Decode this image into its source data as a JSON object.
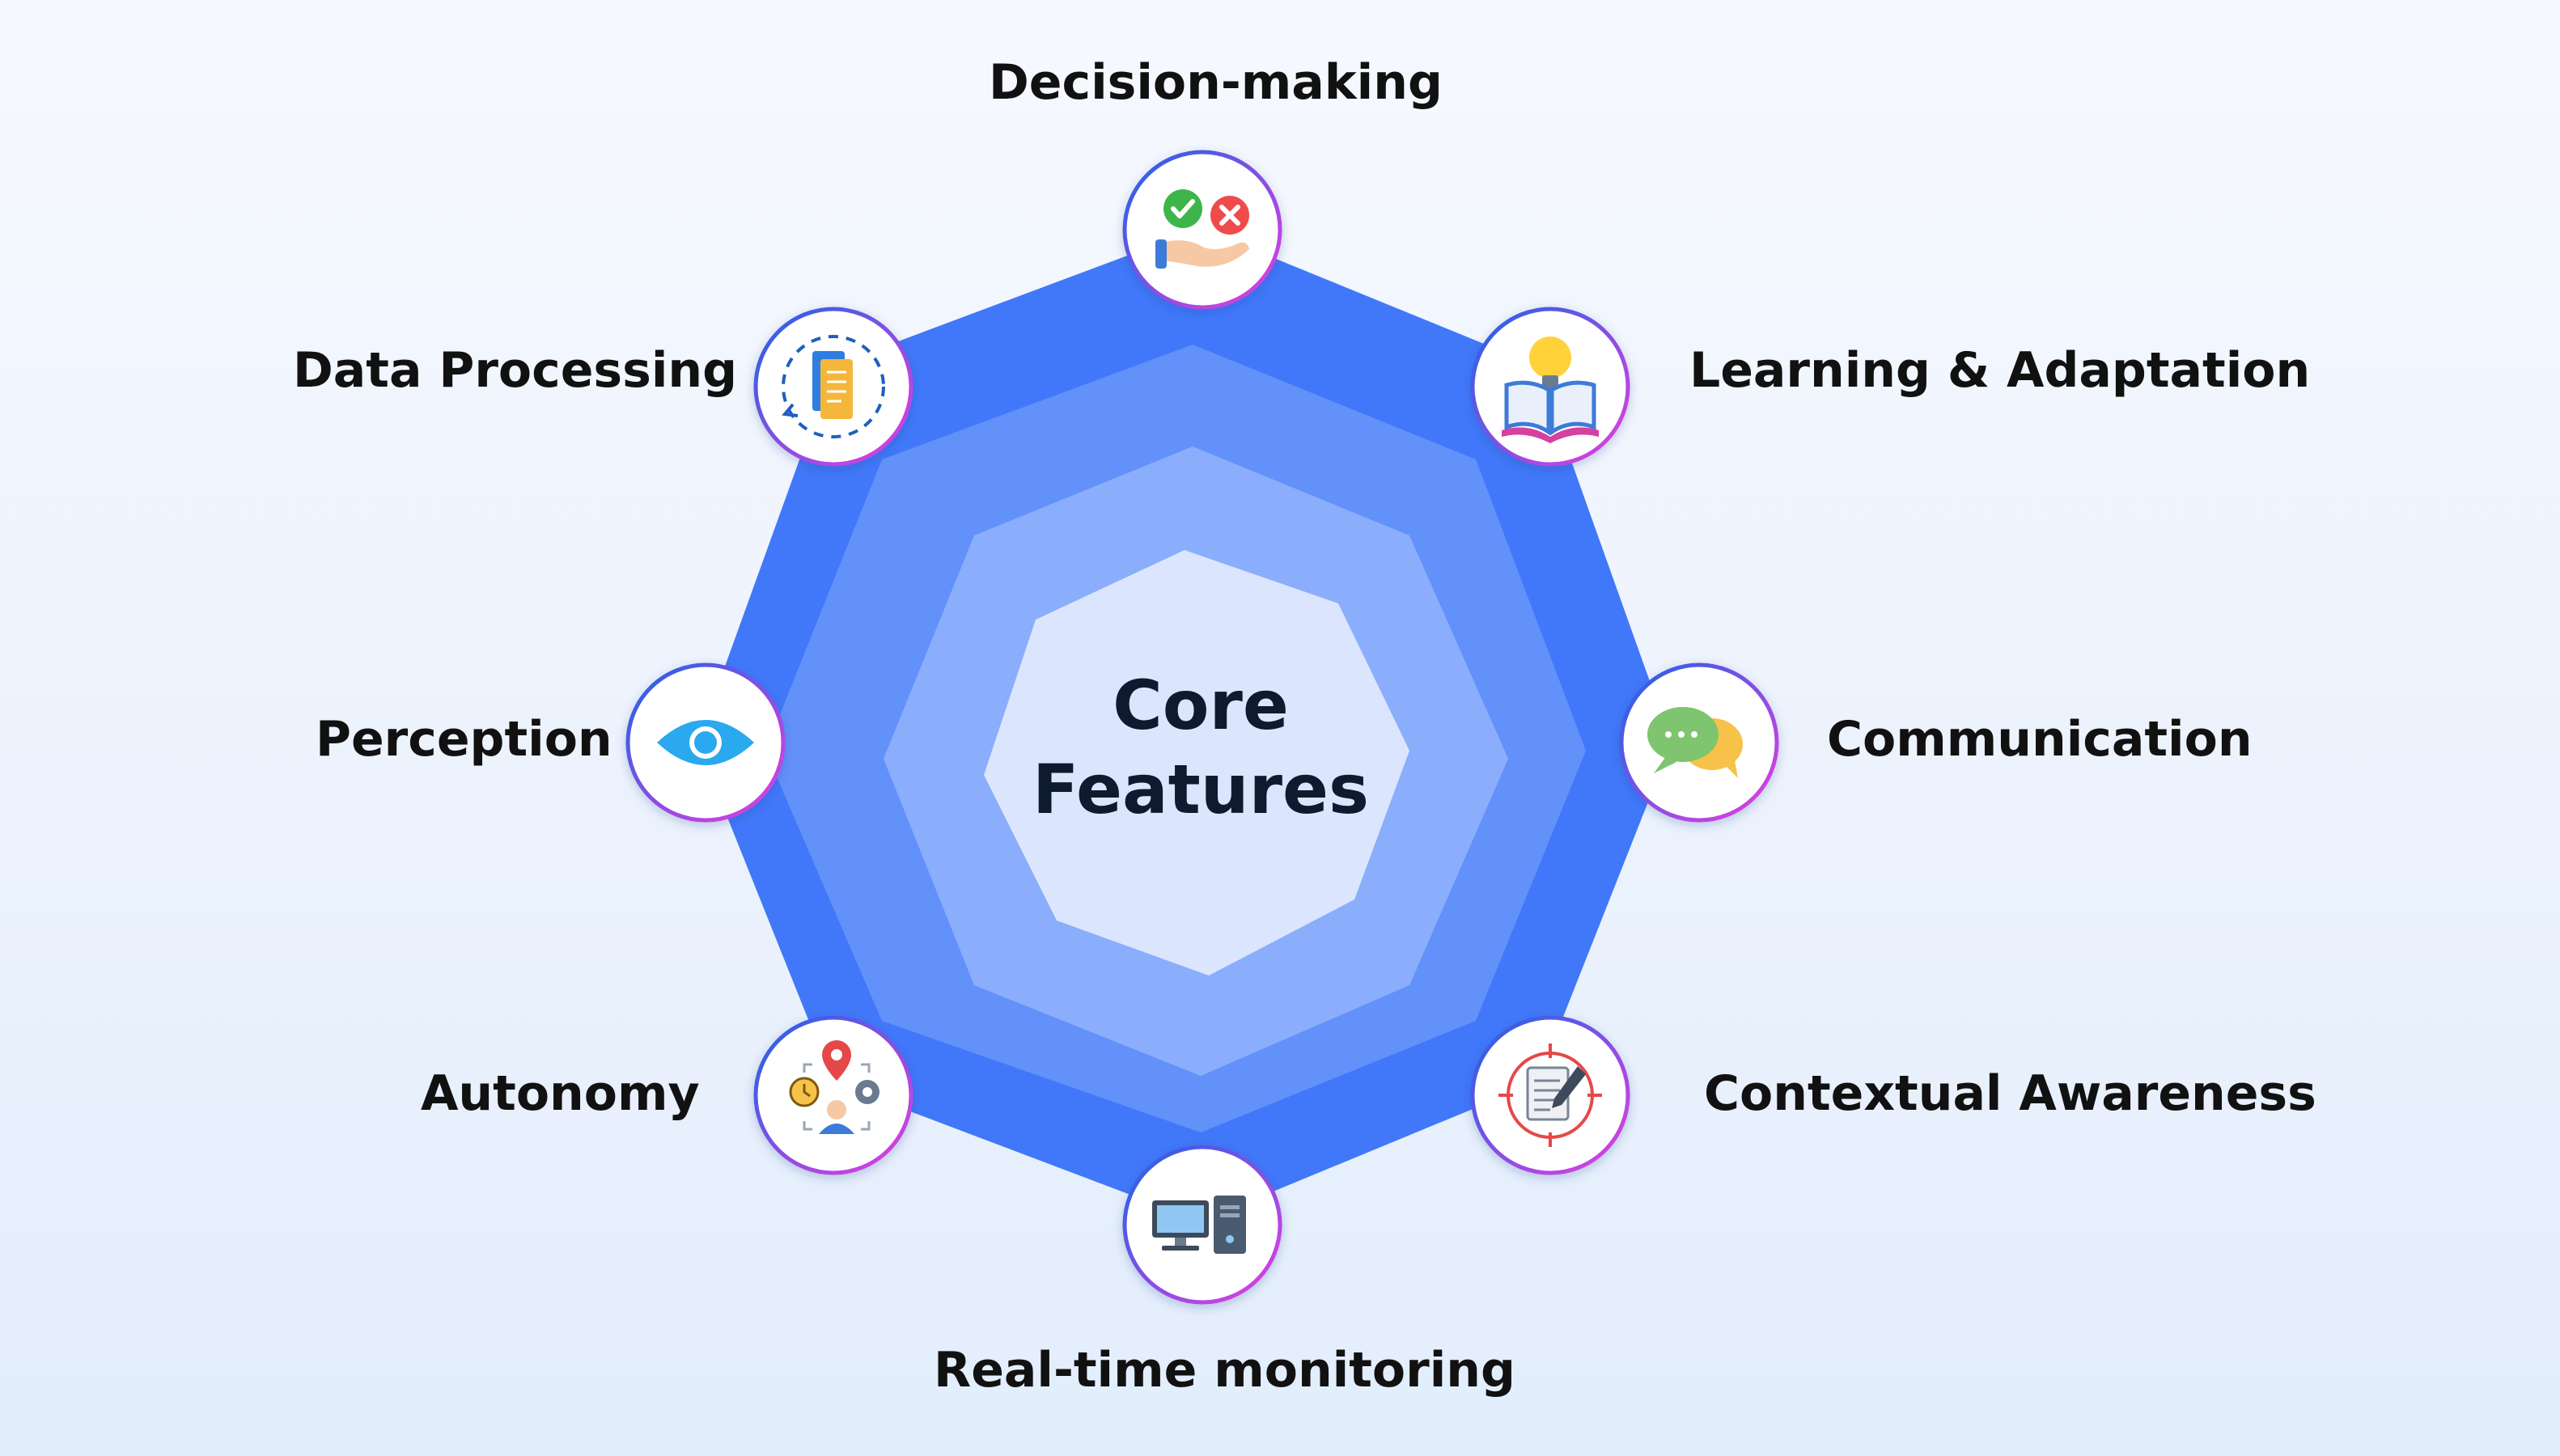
{
  "center": {
    "line1": "Core",
    "line2": "Features"
  },
  "features": [
    {
      "label": "Decision-making",
      "icon": "decision-hand-check-cross-icon"
    },
    {
      "label": "Learning & Adaptation",
      "icon": "book-lightbulb-icon"
    },
    {
      "label": "Communication",
      "icon": "chat-bubbles-icon"
    },
    {
      "label": "Contextual Awareness",
      "icon": "document-target-pen-icon"
    },
    {
      "label": "Real-time monitoring",
      "icon": "computer-monitor-icon"
    },
    {
      "label": "Autonomy",
      "icon": "user-location-gear-icon"
    },
    {
      "label": "Perception",
      "icon": "eye-icon"
    },
    {
      "label": "Data Processing",
      "icon": "document-cycle-icon"
    }
  ],
  "colors": {
    "octagon_outer": "#4178f9",
    "octagon_band2": "#6391fa",
    "octagon_band3": "#8aaefc",
    "octagon_center": "#dbe6fe",
    "icon_ring_start": "#1f63e6",
    "icon_ring_end": "#e83ce0"
  }
}
